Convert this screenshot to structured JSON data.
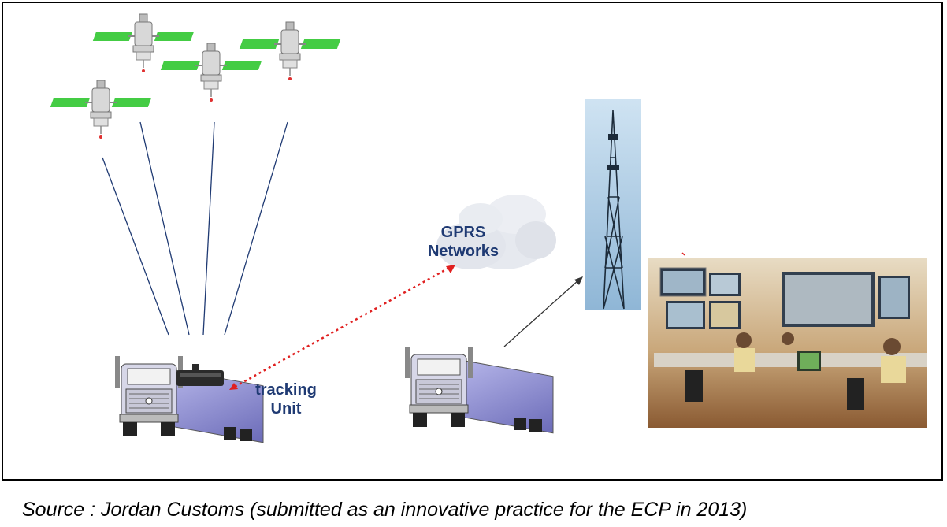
{
  "diagram": {
    "labels": {
      "gprs_line1": "GPRS",
      "gprs_line2": "Networks",
      "tracking_line1": "tracking",
      "tracking_line2": "Unit"
    },
    "caption": "Source : Jordan Customs (submitted as an innovative practice for the ECP in 2013)",
    "colors": {
      "link_gps": "#1f3a73",
      "link_gprs": "#e02020",
      "label": "#1f3a73",
      "solar_panel": "#44cc44",
      "truck_trailer": "#8a8ad0"
    },
    "icons": [
      "satellite-icon",
      "cloud-icon",
      "cell-tower-icon",
      "truck-icon",
      "tracking-device-icon",
      "control-room-photo"
    ]
  }
}
